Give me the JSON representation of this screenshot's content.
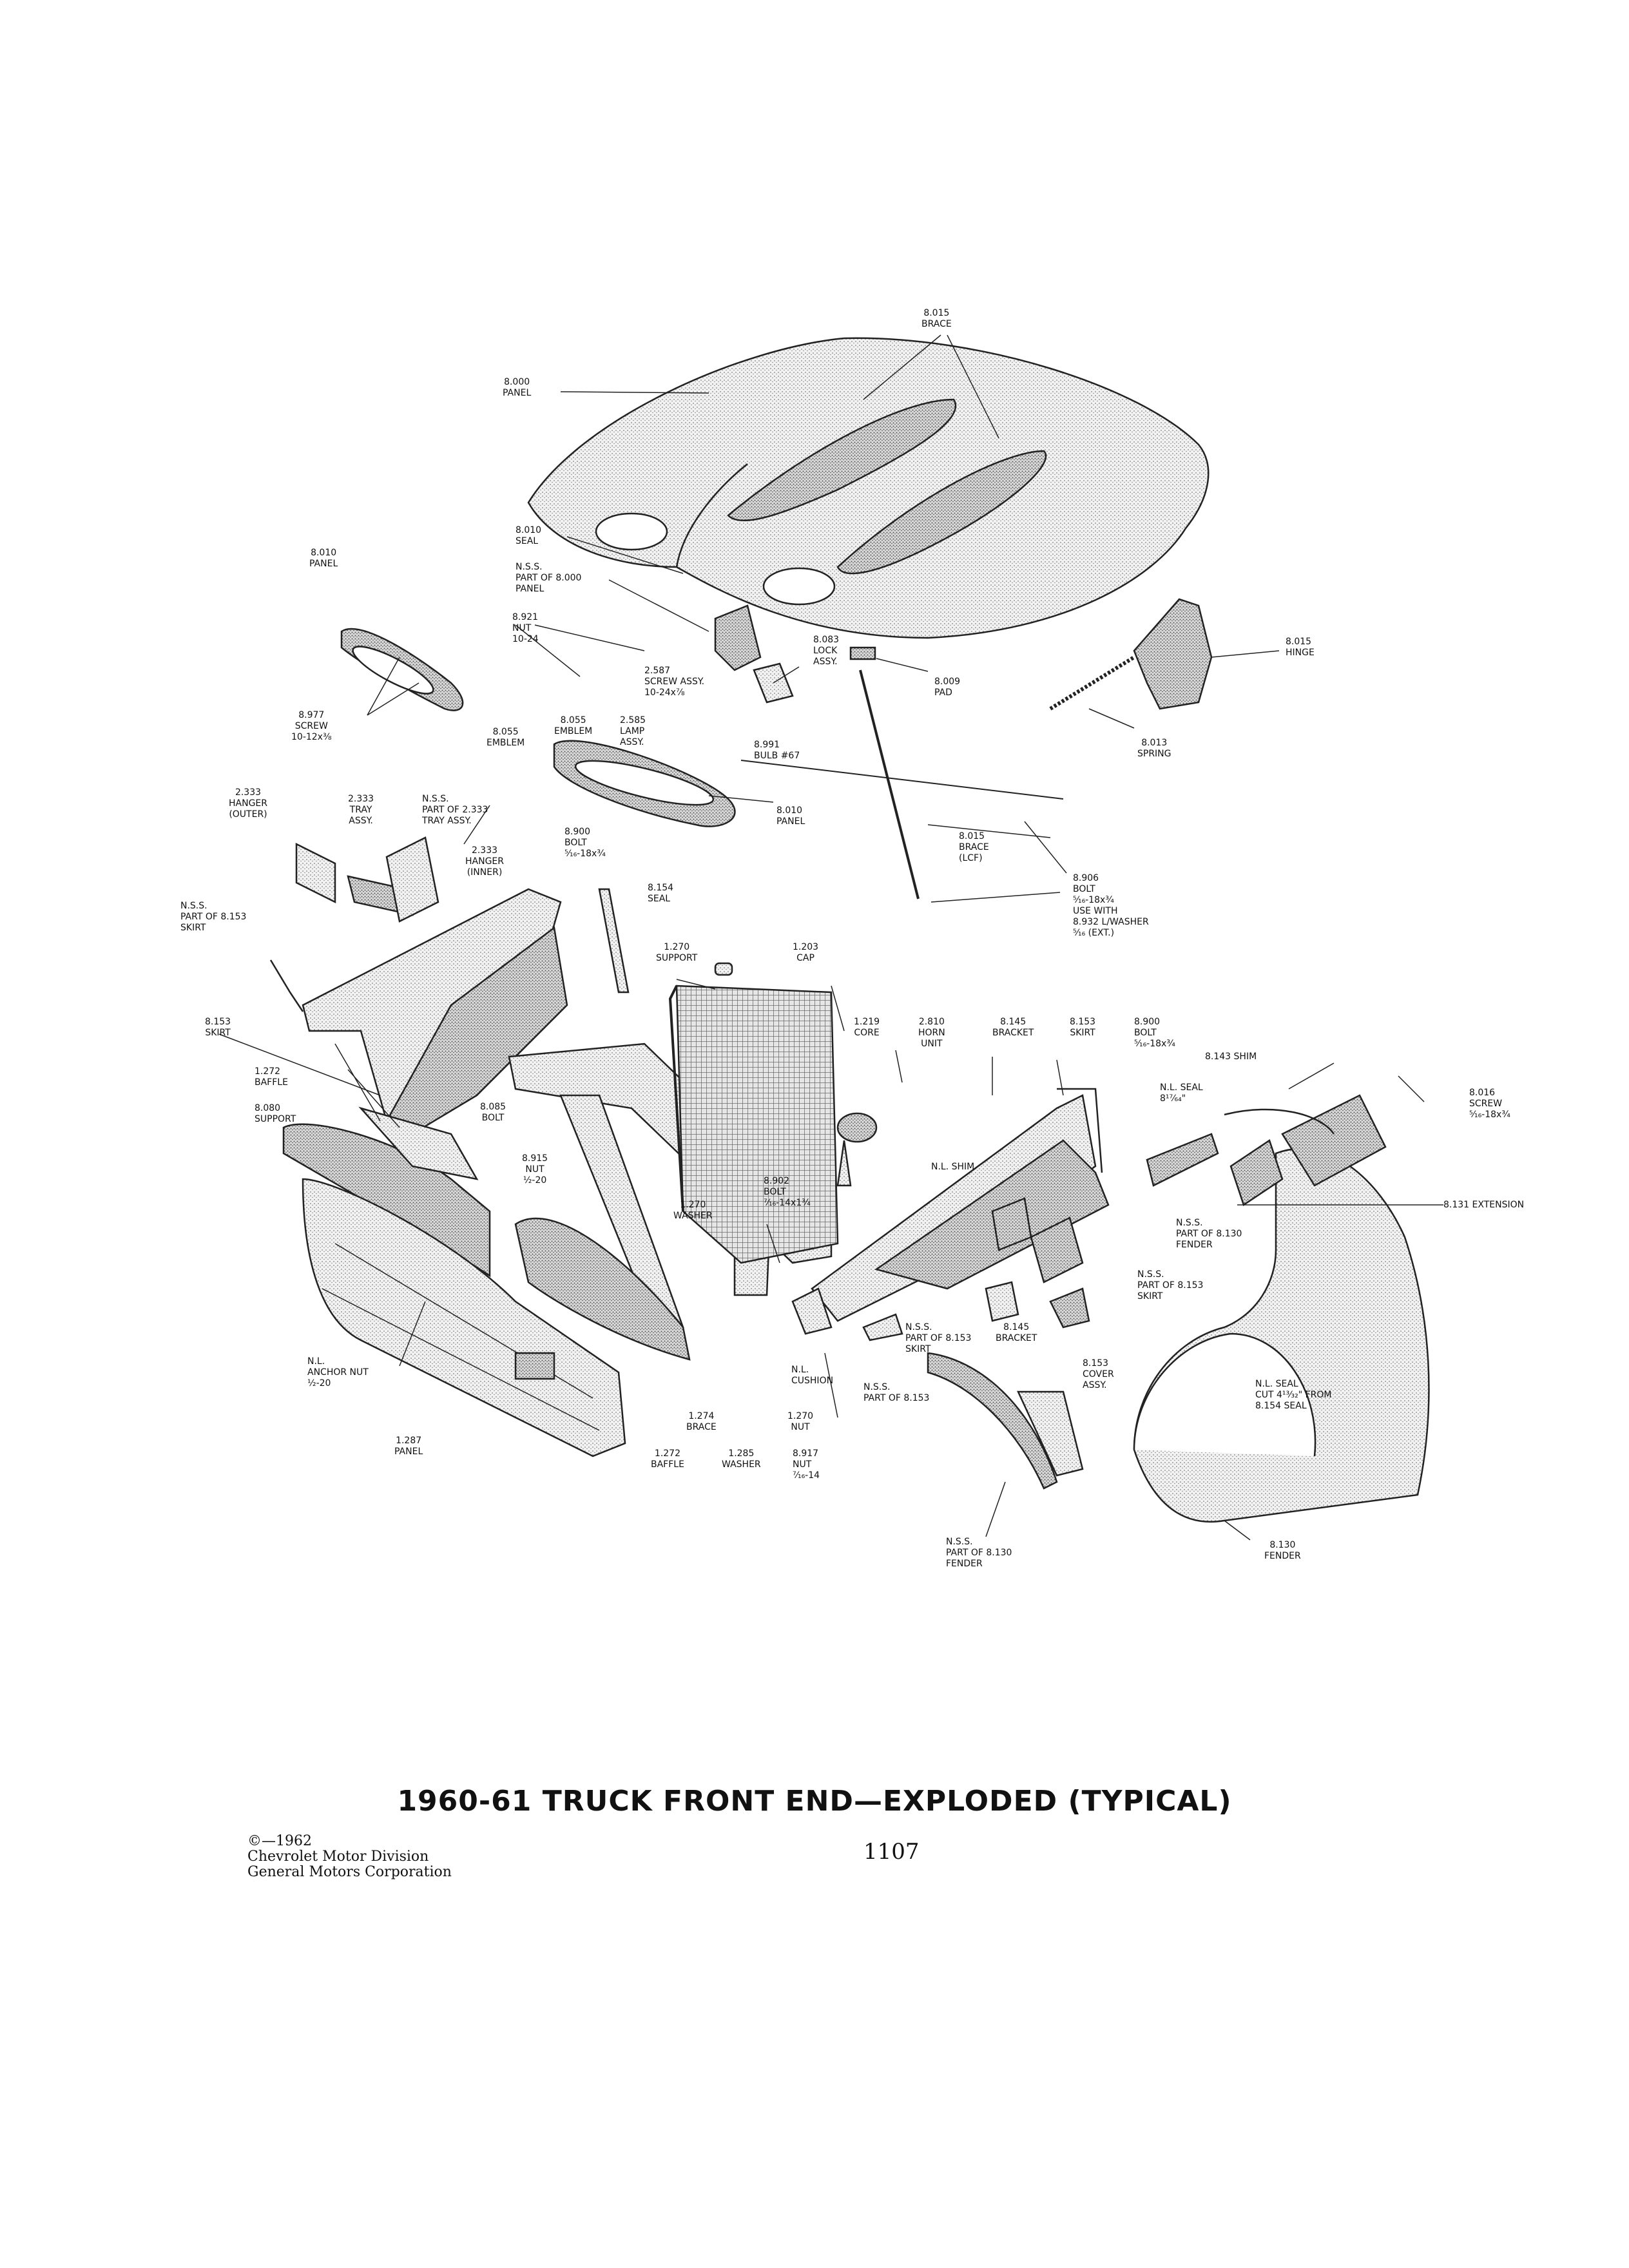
{
  "title": "1960-61 TRUCK FRONT END—EXPLODED (TYPICAL)",
  "copyright": [
    "©—1962",
    "Chevrolet Motor Division",
    "General Motors Corporation"
  ],
  "page_number": "1107",
  "callouts": [
    {
      "id": "8015-brace-top",
      "lines": [
        "8.015",
        "BRACE"
      ]
    },
    {
      "id": "8000-panel",
      "lines": [
        "8.000",
        "PANEL"
      ]
    },
    {
      "id": "8010-seal",
      "lines": [
        "8.010",
        "SEAL"
      ]
    },
    {
      "id": "nss-8000",
      "lines": [
        "N.S.S.",
        "PART OF 8.000",
        "PANEL"
      ]
    },
    {
      "id": "8010-panel-left",
      "lines": [
        "8.010",
        "PANEL"
      ]
    },
    {
      "id": "8921-nut",
      "lines": [
        "8.921",
        "NUT",
        "10-24"
      ]
    },
    {
      "id": "2587-screw",
      "lines": [
        "2.587",
        "SCREW ASSY.",
        "10-24x⅞"
      ]
    },
    {
      "id": "8083-lock",
      "lines": [
        "8.083",
        "LOCK",
        "ASSY."
      ]
    },
    {
      "id": "8015-hinge",
      "lines": [
        "8.015",
        "HINGE"
      ]
    },
    {
      "id": "8009-pad",
      "lines": [
        "8.009",
        "PAD"
      ]
    },
    {
      "id": "8977-screw",
      "lines": [
        "8.977",
        "SCREW",
        "10-12x⅜"
      ]
    },
    {
      "id": "8055-emblem-a",
      "lines": [
        "8.055",
        "EMBLEM"
      ]
    },
    {
      "id": "8055-emblem-b",
      "lines": [
        "8.055",
        "EMBLEM"
      ]
    },
    {
      "id": "2585-lamp",
      "lines": [
        "2.585",
        "LAMP",
        "ASSY."
      ]
    },
    {
      "id": "8991-bulb",
      "lines": [
        "8.991",
        "BULB #67"
      ]
    },
    {
      "id": "8013-spring",
      "lines": [
        "8.013",
        "SPRING"
      ]
    },
    {
      "id": "2333-hanger-outer",
      "lines": [
        "2.333",
        "HANGER",
        "(OUTER)"
      ]
    },
    {
      "id": "2333-tray",
      "lines": [
        "2.333",
        "TRAY",
        "ASSY."
      ]
    },
    {
      "id": "nss-2333",
      "lines": [
        "N.S.S.",
        "PART OF 2.333",
        "TRAY ASSY."
      ]
    },
    {
      "id": "8010-panel-lower",
      "lines": [
        "8.010",
        "PANEL"
      ]
    },
    {
      "id": "8900-bolt-a",
      "lines": [
        "8.900",
        "BOLT",
        "⁵⁄₁₆-18x¾"
      ]
    },
    {
      "id": "2333-hanger-inner",
      "lines": [
        "2.333",
        "HANGER",
        "(INNER)"
      ]
    },
    {
      "id": "8015-brace-lcf",
      "lines": [
        "8.015",
        "BRACE",
        "(LCF)"
      ]
    },
    {
      "id": "8154-seal",
      "lines": [
        "8.154",
        "SEAL"
      ]
    },
    {
      "id": "nss-8153-skirt-a",
      "lines": [
        "N.S.S.",
        "PART OF 8.153",
        "SKIRT"
      ]
    },
    {
      "id": "8906-bolt",
      "lines": [
        "8.906",
        "BOLT",
        "⁵⁄₁₆-18x¾",
        "USE WITH",
        "8.932 L/WASHER",
        "⁵⁄₁₆ (EXT.)"
      ]
    },
    {
      "id": "1270-support",
      "lines": [
        "1.270",
        "SUPPORT"
      ]
    },
    {
      "id": "1203-cap",
      "lines": [
        "1.203",
        "CAP"
      ]
    },
    {
      "id": "8153-skirt-a",
      "lines": [
        "8.153",
        "SKIRT"
      ]
    },
    {
      "id": "1219-core",
      "lines": [
        "1.219",
        "CORE"
      ]
    },
    {
      "id": "2810-horn",
      "lines": [
        "2.810",
        "HORN",
        "UNIT"
      ]
    },
    {
      "id": "8145-bracket-a",
      "lines": [
        "8.145",
        "BRACKET"
      ]
    },
    {
      "id": "8153-skirt-b",
      "lines": [
        "8.153",
        "SKIRT"
      ]
    },
    {
      "id": "8900-bolt-b",
      "lines": [
        "8.900",
        "BOLT",
        "⁵⁄₁₆-18x¾"
      ]
    },
    {
      "id": "8143-shim",
      "lines": [
        "8.143 SHIM"
      ]
    },
    {
      "id": "1272-baffle-a",
      "lines": [
        "1.272",
        "BAFFLE"
      ]
    },
    {
      "id": "nl-seal-a",
      "lines": [
        "N.L. SEAL",
        "8¹⁷⁄₆₄\""
      ]
    },
    {
      "id": "8016-screw",
      "lines": [
        "8.016",
        "SCREW",
        "⁵⁄₁₆-18x¾"
      ]
    },
    {
      "id": "8080-support",
      "lines": [
        "8.080",
        "SUPPORT"
      ]
    },
    {
      "id": "8085-bolt",
      "lines": [
        "8.085",
        "BOLT"
      ]
    },
    {
      "id": "8915-nut",
      "lines": [
        "8.915",
        "NUT",
        "½-20"
      ]
    },
    {
      "id": "nl-shim",
      "lines": [
        "N.L. SHIM"
      ]
    },
    {
      "id": "8131-extension",
      "lines": [
        "8.131 EXTENSION"
      ]
    },
    {
      "id": "8902-bolt",
      "lines": [
        "8.902",
        "BOLT",
        "⁷⁄₁₆-14x1¾"
      ]
    },
    {
      "id": "1270-washer",
      "lines": [
        "1.270",
        "WASHER"
      ]
    },
    {
      "id": "nss-8130-a",
      "lines": [
        "N.S.S.",
        "PART OF 8.130",
        "FENDER"
      ]
    },
    {
      "id": "nss-8153-skirt-b",
      "lines": [
        "N.S.S.",
        "PART OF 8.153",
        "SKIRT"
      ]
    },
    {
      "id": "nss-8153-skirt-c",
      "lines": [
        "N.S.S.",
        "PART OF 8.153",
        "SKIRT"
      ]
    },
    {
      "id": "8145-bracket-b",
      "lines": [
        "8.145",
        "BRACKET"
      ]
    },
    {
      "id": "8153-cover",
      "lines": [
        "8.153",
        "COVER",
        "ASSY."
      ]
    },
    {
      "id": "nl-anchor-nut",
      "lines": [
        "N.L.",
        "ANCHOR NUT",
        "½-20"
      ]
    },
    {
      "id": "nl-cushion",
      "lines": [
        "N.L.",
        "CUSHION"
      ]
    },
    {
      "id": "nss-8153",
      "lines": [
        "N.S.S.",
        "PART OF 8.153"
      ]
    },
    {
      "id": "nl-seal-b",
      "lines": [
        "N.L. SEAL",
        "CUT 4¹³⁄₃₂\" FROM",
        "8.154 SEAL"
      ]
    },
    {
      "id": "1274-brace",
      "lines": [
        "1.274",
        "BRACE"
      ]
    },
    {
      "id": "1270-nut",
      "lines": [
        "1.270",
        "NUT"
      ]
    },
    {
      "id": "1287-panel",
      "lines": [
        "1.287",
        "PANEL"
      ]
    },
    {
      "id": "1272-baffle-b",
      "lines": [
        "1.272",
        "BAFFLE"
      ]
    },
    {
      "id": "1285-washer",
      "lines": [
        "1.285",
        "WASHER"
      ]
    },
    {
      "id": "8917-nut",
      "lines": [
        "8.917",
        "NUT",
        "⁷⁄₁₆-14"
      ]
    },
    {
      "id": "nss-8130-b",
      "lines": [
        "N.S.S.",
        "PART OF 8.130",
        "FENDER"
      ]
    },
    {
      "id": "8130-fender",
      "lines": [
        "8.130",
        "FENDER"
      ]
    }
  ]
}
